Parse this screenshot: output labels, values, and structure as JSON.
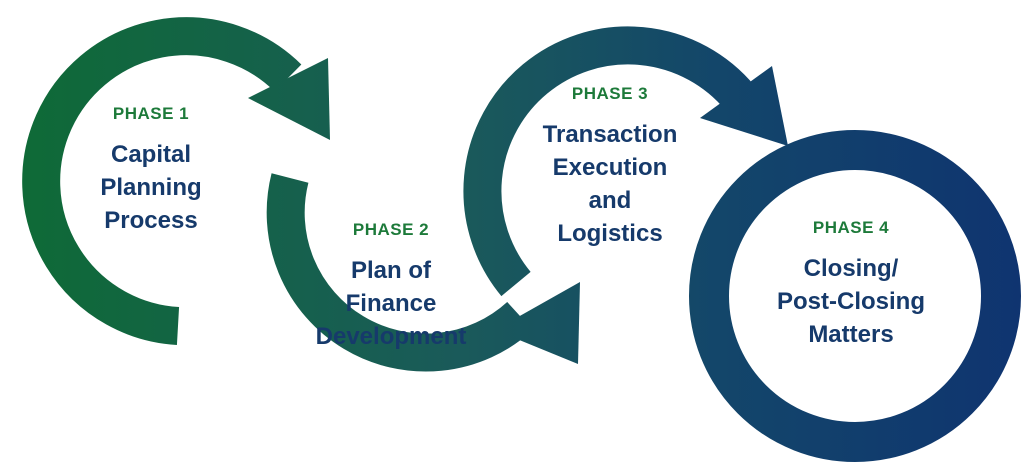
{
  "colors": {
    "green": "#0e6b35",
    "teal": "#1a5566",
    "navy": "#0f3470",
    "label_green": "#1d7a3a",
    "title_navy": "#163a6b"
  },
  "phases": [
    {
      "label": "PHASE 1",
      "title_lines": [
        "Capital",
        "Planning",
        "Process"
      ]
    },
    {
      "label": "PHASE 2",
      "title_lines": [
        "Plan of",
        "Finance",
        "Development"
      ]
    },
    {
      "label": "PHASE 3",
      "title_lines": [
        "Transaction",
        "Execution",
        "and",
        "Logistics"
      ]
    },
    {
      "label": "PHASE 4",
      "title_lines": [
        "Closing/",
        "Post-Closing",
        "Matters"
      ]
    }
  ]
}
